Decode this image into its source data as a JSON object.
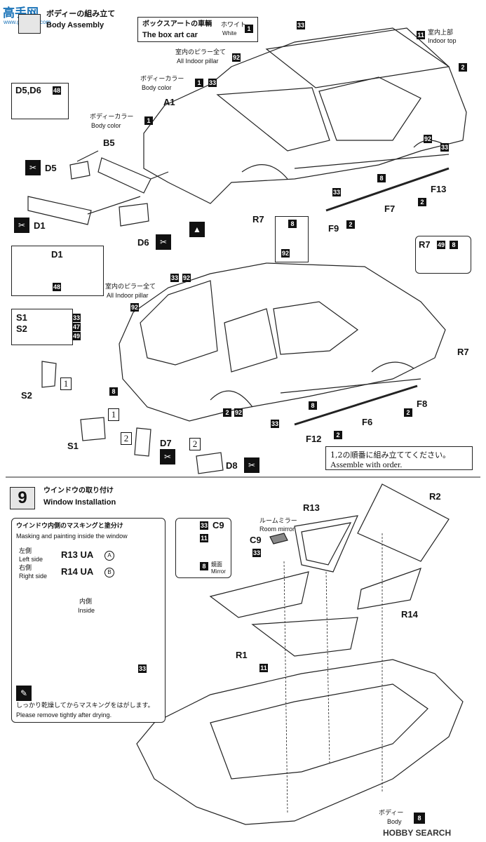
{
  "watermarks": {
    "top_logo": "高手网",
    "top_url": "www.gaoshou.com",
    "bottom": "HOBBY SEARCH"
  },
  "step8": {
    "title_jp": "ボディーの組み立て",
    "title_en": "Body Assembly",
    "boxart": {
      "title_jp": "ボックスアートの車輌",
      "title_en": "The box art car",
      "white_jp": "ホワイト",
      "white_en": "White",
      "code": "1"
    },
    "labels": {
      "pillar_jp": "室内のピラー全て",
      "pillar_en": "All Indoor pillar",
      "bodycolor_jp": "ボディーカラー",
      "bodycolor_en": "Body color",
      "indoor_top_jp": "室内上部",
      "indoor_top_en": "Indoor top"
    },
    "parts": {
      "a1": "A1",
      "b5": "B5",
      "d5": "D5",
      "d1": "D1",
      "d6": "D6",
      "d5d6": "D5,D6",
      "r7": "R7",
      "f13": "F13",
      "f7": "F7",
      "f9": "F9",
      "f8": "F8",
      "f6": "F6",
      "f12": "F12",
      "s1": "S1",
      "s2": "S2",
      "d7": "D7",
      "d8": "D8"
    },
    "codes": {
      "c1": "1",
      "c2": "2",
      "c8": "8",
      "c11": "11",
      "c33": "33",
      "c47": "47",
      "c48": "48",
      "c49": "49",
      "c92": "92"
    },
    "order_nums": {
      "one": "1",
      "two": "2"
    },
    "assemble_jp": "1,2の順番に組み立ててください。",
    "assemble_en": "Assemble with order."
  },
  "step9": {
    "number": "9",
    "title_jp": "ウインドウの取り付け",
    "title_en": "Window Installation",
    "mask_box": {
      "title_jp": "ウインドウ内側のマスキングと塗分け",
      "title_en": "Masking and painting inside the window",
      "left_jp": "左側",
      "left_en": "Left side",
      "left_part": "R13 UA",
      "left_mark": "A",
      "right_jp": "右側",
      "right_en": "Right side",
      "right_part": "R14 UA",
      "right_mark": "B",
      "inside_jp": "内側",
      "inside_en": "Inside",
      "note_jp": "しっかり乾燥してからマスキングをはがします。",
      "note_en": "Please remove tightly after drying."
    },
    "mirror_box": {
      "part": "C9",
      "mirror_jp": "鏡面",
      "mirror_en": "Mirror"
    },
    "room_mirror_jp": "ルームミラー",
    "room_mirror_en": "Room mirror",
    "parts": {
      "r13": "R13",
      "r2": "R2",
      "r14": "R14",
      "r1": "R1",
      "c9": "C9"
    },
    "body_jp": "ボディー",
    "body_en": "Body"
  }
}
